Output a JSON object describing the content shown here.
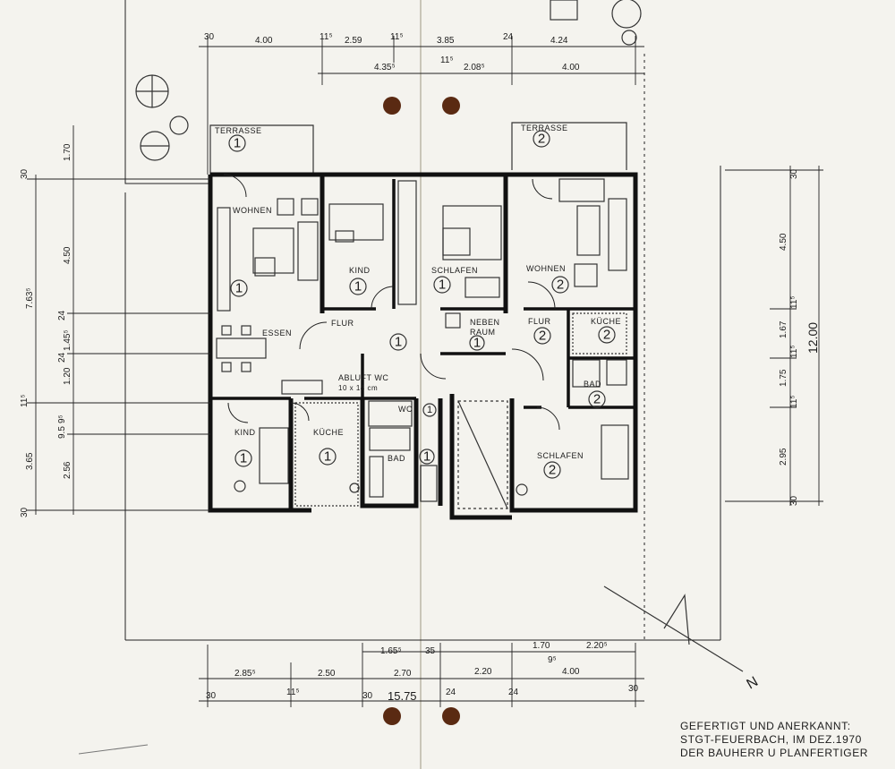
{
  "labels": {
    "terrasse": "TERRASSE",
    "wohnen": "WOHNEN",
    "essen": "ESSEN",
    "kind": "KIND",
    "flur": "FLUR",
    "schlafen": "SCHLAFEN",
    "neben": "NEBEN",
    "raum": "RAUM",
    "kueche": "KÜCHE",
    "bad": "BAD",
    "wc": "WC",
    "abluft": "ABLUFT WC",
    "abluft_size": "10 x 14 cm"
  },
  "unit_numbers": {
    "one": "1",
    "two": "2"
  },
  "dimensions": {
    "top_row1": [
      "30",
      "4.00",
      "11⁵",
      "2.59",
      "11⁵",
      "3.85",
      "24",
      "4.24"
    ],
    "top_row2": [
      "4.35⁵",
      "11⁵",
      "2.08⁵",
      "4.00"
    ],
    "left_outer": [
      "30",
      "1.70",
      "4.50",
      "7.63⁵",
      "24",
      "1.45⁵",
      "24",
      "1.20",
      "11⁵",
      "9⁵",
      "9.5",
      "3.65",
      "2.56",
      "30"
    ],
    "right": [
      "30",
      "4.50",
      "11⁵",
      "1.67",
      "11⁵",
      "1.75",
      "11⁵",
      "2.95",
      "30"
    ],
    "right_total": "12.00",
    "bottom_row1": [
      "1.65⁵",
      "35",
      "1.70",
      "2.20⁵"
    ],
    "bottom_row2": [
      "2.85⁵",
      "2.50",
      "2.70",
      "2.20",
      "9⁵",
      "4.00"
    ],
    "bottom_row3": [
      "30",
      "11⁵",
      "30",
      "24",
      "24",
      "30"
    ],
    "bottom_total": "15.75"
  },
  "north_letter": "N",
  "credits": {
    "line1": "GEFERTIGT UND ANERKANNT:",
    "line2": "STGT-FEUERBACH, IM DEZ.1970",
    "line3": "DER BAUHERR U PLANFERTIGER"
  }
}
